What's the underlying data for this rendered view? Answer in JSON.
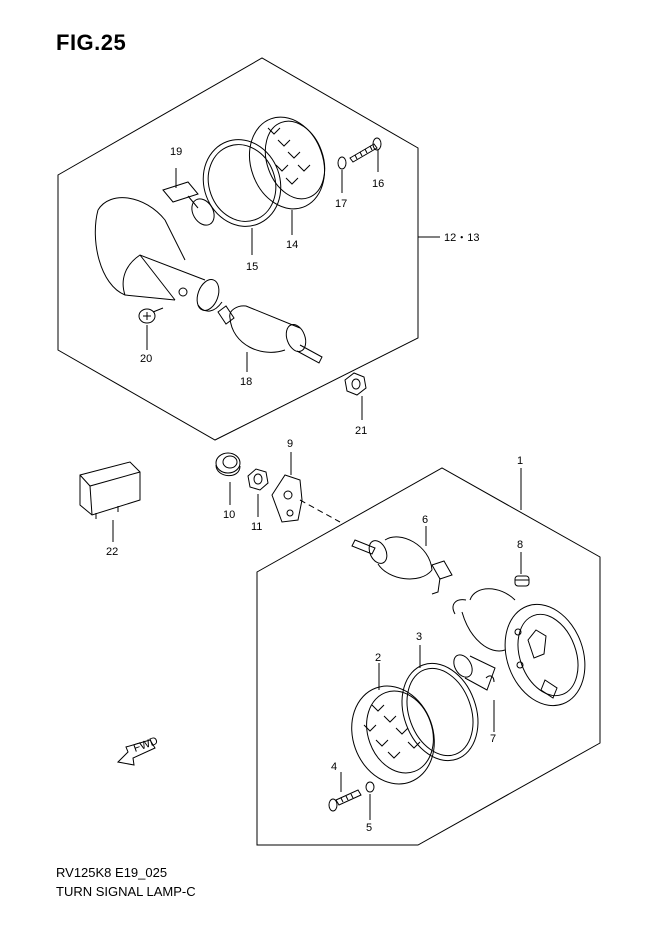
{
  "figure": {
    "title": "FIG.25",
    "code": "RV125K8 E19_025",
    "caption": "TURN SIGNAL LAMP-C"
  },
  "callouts": {
    "c1": "1",
    "c2": "2",
    "c3": "3",
    "c4": "4",
    "c5": "5",
    "c6": "6",
    "c7": "7",
    "c8": "8",
    "c9": "9",
    "c10": "10",
    "c11": "11",
    "c12_13": "12・13",
    "c14": "14",
    "c15": "15",
    "c16": "16",
    "c17": "17",
    "c18": "18",
    "c19": "19",
    "c20": "20",
    "c21": "21",
    "c22": "22"
  },
  "fwd_label": "FWD"
}
